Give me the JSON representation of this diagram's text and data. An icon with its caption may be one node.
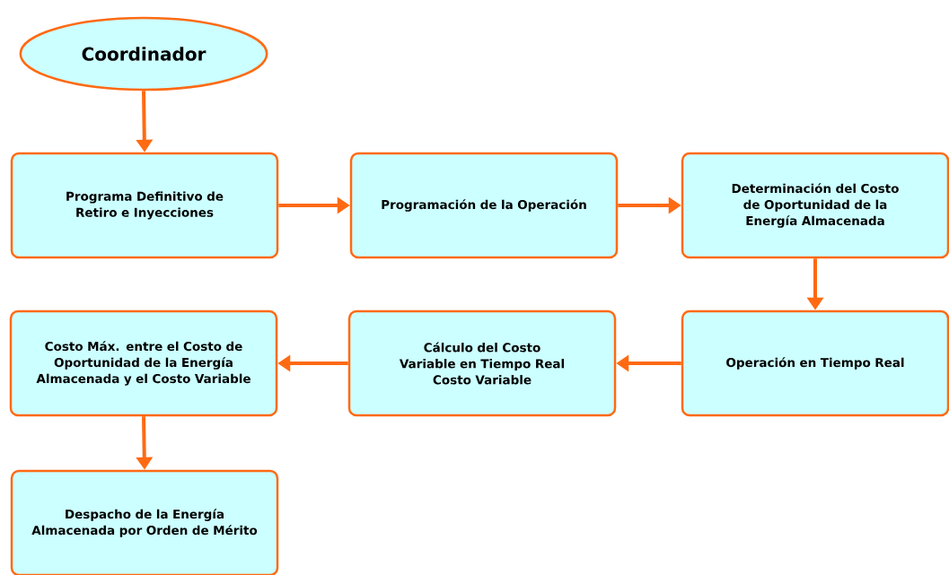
{
  "diagram": {
    "nodes": [
      {
        "text": [
          "Coordinador"
        ]
      },
      {
        "text": [
          "Programa Definitivo de Retiro e Inyecciones"
        ]
      },
      {
        "text": [
          "Programación de la Operación"
        ]
      },
      {
        "text": [
          "Determinación del Costo de Oportunidad de la Energía Almacenada"
        ]
      },
      {
        "text": [
          "Operación en Tiempo Real"
        ]
      },
      {
        "text": [
          "Cálculo del Costo Variable en Tiempo Real",
          "Costo Variable"
        ]
      },
      {
        "text": [
          "Costo Máx. entre el Costo de Oportunidad de la Energía Almacenada y el Costo Variable"
        ]
      },
      {
        "text": [
          "Despacho de la Energía Almacenada por Orden de Mérito"
        ]
      }
    ],
    "edges": [
      {
        "from": 0,
        "to": 1,
        "arrow": "to"
      },
      {
        "from": 1,
        "to": 2,
        "arrow": "to"
      },
      {
        "from": 2,
        "to": 3,
        "arrow": "to"
      },
      {
        "from": 3,
        "to": 4,
        "arrow": "to"
      },
      {
        "from": 4,
        "to": 5,
        "arrow": "to"
      },
      {
        "from": 5,
        "to": 6,
        "arrow": "to"
      },
      {
        "from": 6,
        "to": 7,
        "arrow": "to"
      }
    ]
  }
}
